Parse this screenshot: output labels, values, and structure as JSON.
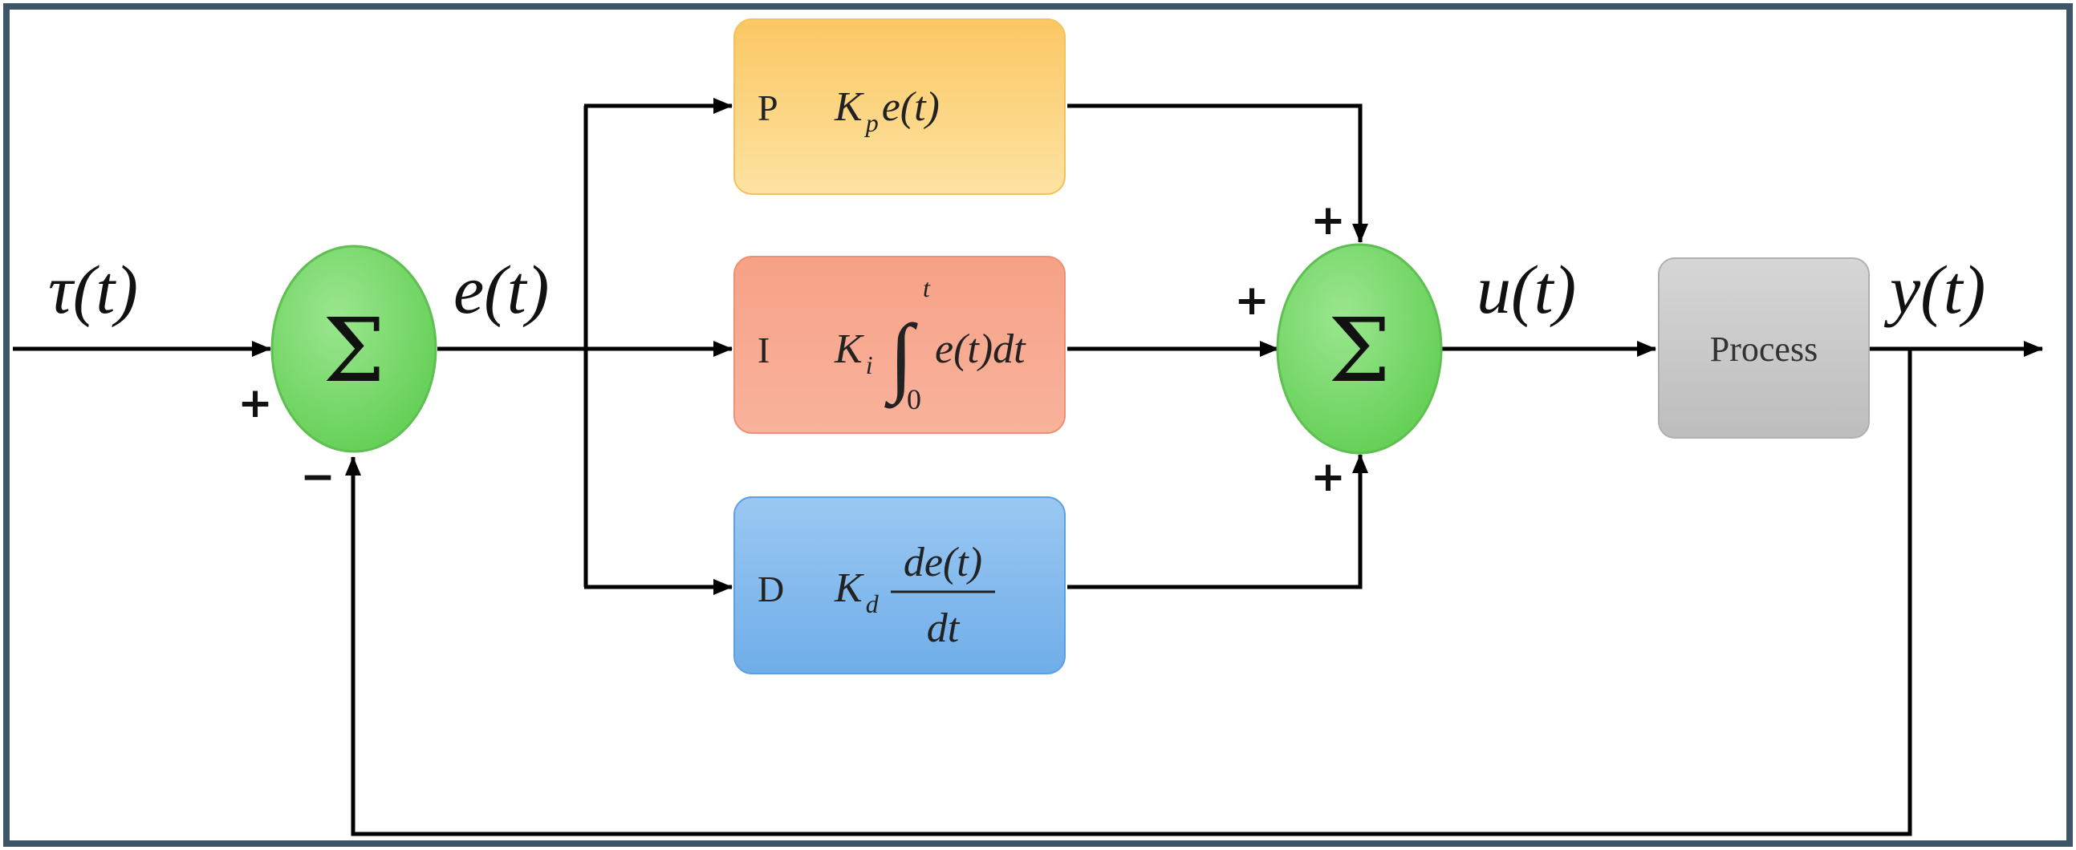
{
  "signals": {
    "reference": "τ(t)",
    "error": "e(t)",
    "control": "u(t)",
    "output": "y(t)"
  },
  "summers": {
    "symbol": "Σ",
    "first": {
      "plus": "+",
      "minus": "−"
    },
    "second": {
      "top_plus": "+",
      "left_plus": "+",
      "bottom_plus": "+"
    }
  },
  "blocks": {
    "p": {
      "letter": "P",
      "gain": "K",
      "gain_sub": "p",
      "term": "e(t)",
      "color": "#fbd27a"
    },
    "i": {
      "letter": "I",
      "gain": "K",
      "gain_sub": "i",
      "integral": "∫",
      "upper_limit": "t",
      "lower_limit": "0",
      "term": "e(t)dt",
      "color": "#f79f86"
    },
    "d": {
      "letter": "D",
      "gain": "K",
      "gain_sub": "d",
      "numerator": "de(t)",
      "denominator": "dt",
      "color": "#7fb4ea"
    },
    "process": {
      "label": "Process",
      "color": "#c9c9c9"
    }
  },
  "colors": {
    "summer_fill": "#7fdc73",
    "frame_border": "#3d5566"
  }
}
